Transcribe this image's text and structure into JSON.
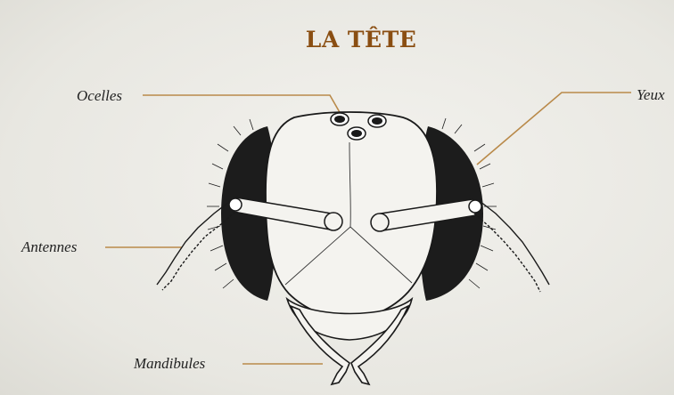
{
  "diagram": {
    "title": "LA TÊTE",
    "labels": {
      "ocelles": "Ocelles",
      "yeux": "Yeux",
      "antennes": "Antennes",
      "mandibules": "Mandibules"
    }
  },
  "colors": {
    "title": "#8a4e12",
    "leader_lines": "#b98a4a",
    "ink": "#1a1a1a",
    "background": "#ecebe6"
  }
}
